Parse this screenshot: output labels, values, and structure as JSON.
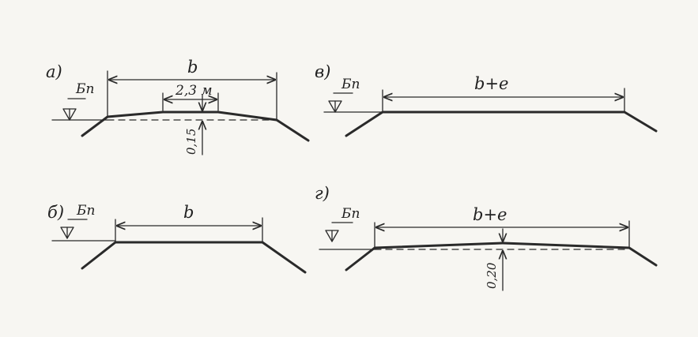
{
  "panels": {
    "a": {
      "letter": "а)",
      "level": "Бп",
      "width_label": "b",
      "center_width": "2,3 м",
      "crown_height": "0,15"
    },
    "v": {
      "letter": "в)",
      "level": "Бп",
      "width_label": "b+e"
    },
    "b": {
      "letter": "б)",
      "level": "Бп",
      "width_label": "b"
    },
    "g": {
      "letter": "г)",
      "level": "Бп",
      "width_label": "b+e",
      "crown_height": "0,20"
    }
  },
  "colors": {
    "ink": "#2a2a2a",
    "paper": "#f7f6f2"
  }
}
